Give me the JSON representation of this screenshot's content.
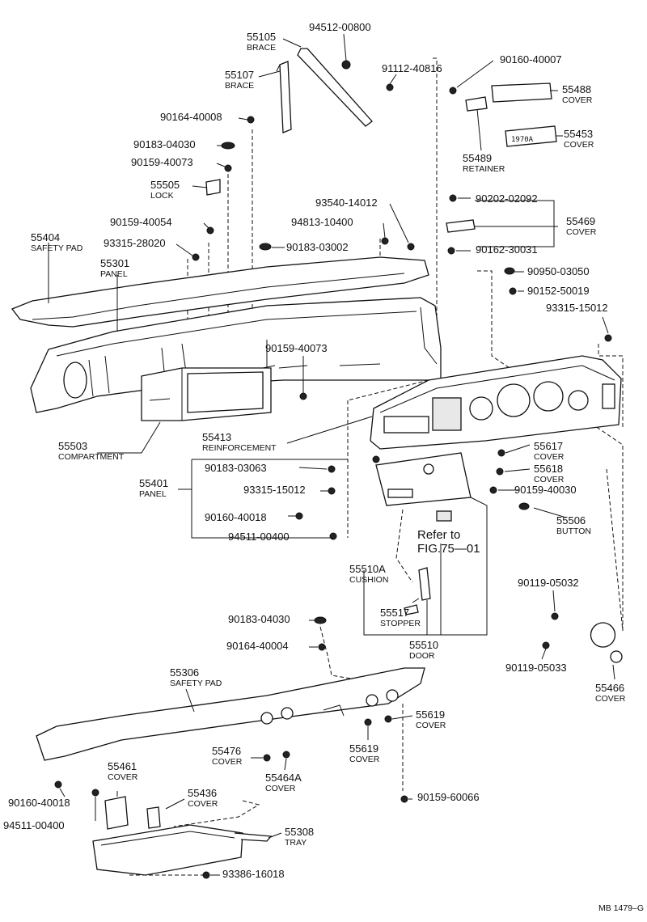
{
  "parts": [
    {
      "id": "p1",
      "number": "55105",
      "name": "BRACE"
    },
    {
      "id": "p2",
      "number": "94512-00800",
      "name": ""
    },
    {
      "id": "p3",
      "number": "55107",
      "name": "BRACE"
    },
    {
      "id": "p4",
      "number": "91112-40816",
      "name": ""
    },
    {
      "id": "p5",
      "number": "90160-40007",
      "name": ""
    },
    {
      "id": "p6",
      "number": "55488",
      "name": "COVER"
    },
    {
      "id": "p7",
      "number": "90164-40008",
      "name": ""
    },
    {
      "id": "p8",
      "number": "55453",
      "name": "COVER"
    },
    {
      "id": "p9",
      "number": "90183-04030",
      "name": ""
    },
    {
      "id": "p10",
      "number": "55489",
      "name": "RETAINER"
    },
    {
      "id": "p11",
      "number": "90159-40073",
      "name": ""
    },
    {
      "id": "p12",
      "number": "55505",
      "name": "LOCK"
    },
    {
      "id": "p13",
      "number": "93540-14012",
      "name": ""
    },
    {
      "id": "p14",
      "number": "90202-02092",
      "name": ""
    },
    {
      "id": "p15",
      "number": "55469",
      "name": "COVER"
    },
    {
      "id": "p16",
      "number": "94813-10400",
      "name": ""
    },
    {
      "id": "p17",
      "number": "90159-40054",
      "name": ""
    },
    {
      "id": "p18",
      "number": "55404",
      "name": "SAFETY PAD"
    },
    {
      "id": "p19",
      "number": "93315-28020",
      "name": ""
    },
    {
      "id": "p20",
      "number": "90183-03002",
      "name": ""
    },
    {
      "id": "p21",
      "number": "90162-30031",
      "name": ""
    },
    {
      "id": "p22",
      "number": "55301",
      "name": "PANEL"
    },
    {
      "id": "p23",
      "number": "90950-03050",
      "name": ""
    },
    {
      "id": "p24",
      "number": "90152-50019",
      "name": ""
    },
    {
      "id": "p25",
      "number": "93315-15012",
      "name": ""
    },
    {
      "id": "p26",
      "number": "90159-40073",
      "name": ""
    },
    {
      "id": "p27",
      "number": "55413",
      "name": "REINFORCEMENT"
    },
    {
      "id": "p28",
      "number": "55503",
      "name": "COMPARTMENT"
    },
    {
      "id": "p29",
      "number": "90183-03063",
      "name": ""
    },
    {
      "id": "p30",
      "number": "55401",
      "name": "PANEL"
    },
    {
      "id": "p31",
      "number": "93315-15012",
      "name": ""
    },
    {
      "id": "p32",
      "number": "90160-40018",
      "name": ""
    },
    {
      "id": "p33",
      "number": "94511-00400",
      "name": ""
    },
    {
      "id": "p34",
      "number": "55617",
      "name": "COVER"
    },
    {
      "id": "p35",
      "number": "55618",
      "name": "COVER"
    },
    {
      "id": "p36",
      "number": "90159-40030",
      "name": ""
    },
    {
      "id": "p37",
      "number": "55506",
      "name": "BUTTON"
    },
    {
      "id": "p38",
      "number": "55510A",
      "name": "CUSHION"
    },
    {
      "id": "p39",
      "number": "90119-05032",
      "name": ""
    },
    {
      "id": "p40",
      "number": "55517",
      "name": "STOPPER"
    },
    {
      "id": "p41",
      "number": "55510",
      "name": "DOOR"
    },
    {
      "id": "p42",
      "number": "90183-04030",
      "name": ""
    },
    {
      "id": "p43",
      "number": "90164-40004",
      "name": ""
    },
    {
      "id": "p44",
      "number": "90119-05033",
      "name": ""
    },
    {
      "id": "p45",
      "number": "55306",
      "name": "SAFETY PAD"
    },
    {
      "id": "p46",
      "number": "55466",
      "name": "COVER"
    },
    {
      "id": "p47",
      "number": "55619",
      "name": "COVER"
    },
    {
      "id": "p48",
      "number": "55619",
      "name": "COVER"
    },
    {
      "id": "p49",
      "number": "55476",
      "name": "COVER"
    },
    {
      "id": "p50",
      "number": "55464A",
      "name": "COVER"
    },
    {
      "id": "p51",
      "number": "55461",
      "name": "COVER"
    },
    {
      "id": "p52",
      "number": "55436",
      "name": "COVER"
    },
    {
      "id": "p53",
      "number": "90159-60066",
      "name": ""
    },
    {
      "id": "p54",
      "number": "90160-40018",
      "name": ""
    },
    {
      "id": "p55",
      "number": "94511-00400",
      "name": ""
    },
    {
      "id": "p56",
      "number": "55308",
      "name": "TRAY"
    },
    {
      "id": "p57",
      "number": "93386-16018",
      "name": ""
    }
  ],
  "reference": {
    "line1": "Refer to",
    "line2": "FIG.75—01"
  },
  "cover_marking": "1970A",
  "drawing_code": "MB 1479–G"
}
